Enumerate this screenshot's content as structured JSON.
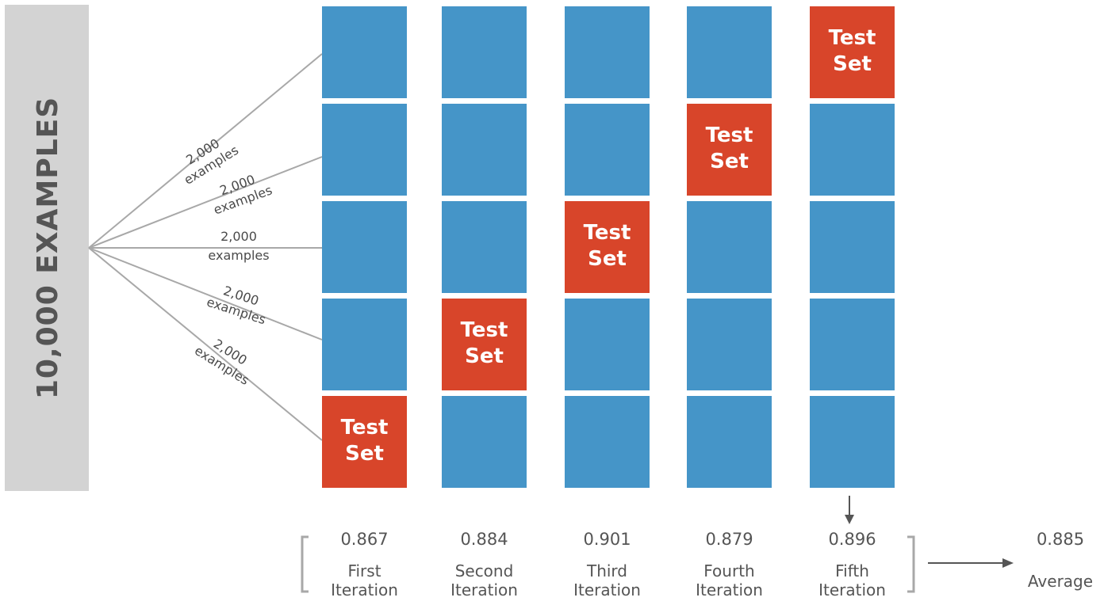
{
  "side_label": "10,000 EXAMPLES",
  "branch_labels": [
    {
      "count": "2,000",
      "unit": "examples"
    },
    {
      "count": "2,000",
      "unit": "examples"
    },
    {
      "count": "2,000",
      "unit": "examples"
    },
    {
      "count": "2,000",
      "unit": "examples"
    },
    {
      "count": "2,000",
      "unit": "examples"
    }
  ],
  "test_set_label": [
    "Test",
    "Set"
  ],
  "test_fold_by_iteration": [
    5,
    4,
    3,
    2,
    1
  ],
  "iterations": [
    {
      "score": "0.867",
      "name_line1": "First",
      "name_line2": "Iteration"
    },
    {
      "score": "0.884",
      "name_line1": "Second",
      "name_line2": "Iteration"
    },
    {
      "score": "0.901",
      "name_line1": "Third",
      "name_line2": "Iteration"
    },
    {
      "score": "0.879",
      "name_line1": "Fourth",
      "name_line2": "Iteration"
    },
    {
      "score": "0.896",
      "name_line1": "Fifth",
      "name_line2": "Iteration"
    }
  ],
  "average": {
    "value": "0.885",
    "label": "Average"
  },
  "colors": {
    "train_fold": "#4595c8",
    "test_fold": "#d8452a",
    "side_panel": "#d3d3d3",
    "lines": "#a8a8a8",
    "arrows": "#555555"
  }
}
